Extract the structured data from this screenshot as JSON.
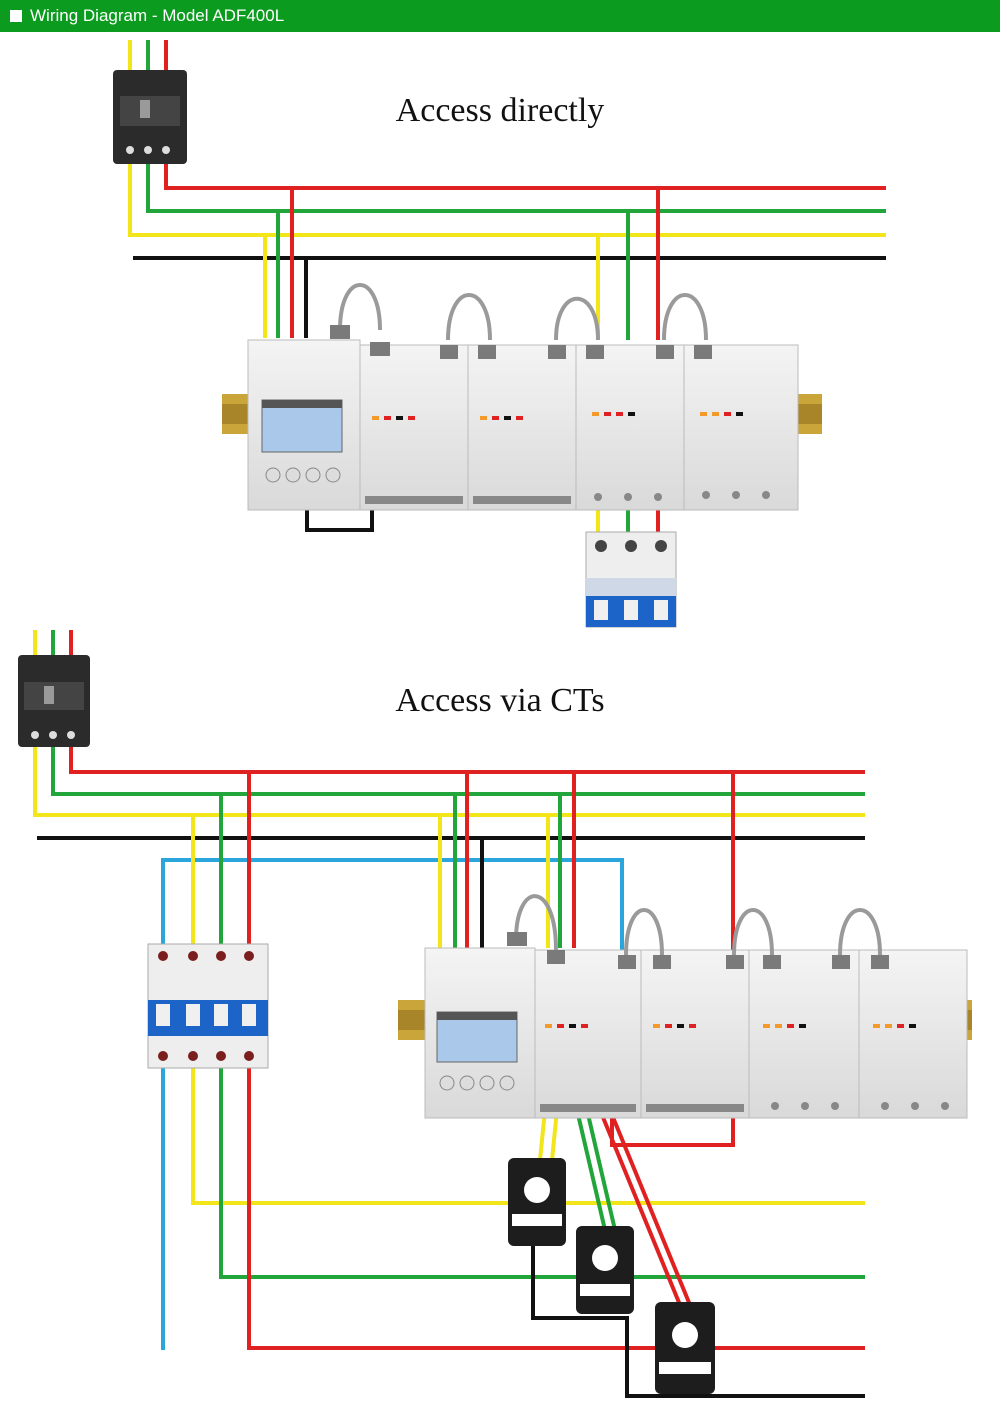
{
  "header": {
    "title": "Wiring Diagram - Model ADF400L",
    "icon": "square-icon",
    "color": "#0b9b1f"
  },
  "sections": [
    {
      "title": "Access directly"
    },
    {
      "title": "Access via CTs"
    }
  ],
  "colors": {
    "red": "#e02121",
    "green": "#22a53a",
    "yellow": "#f2e61a",
    "black": "#111111",
    "blue": "#2ba6dc"
  }
}
